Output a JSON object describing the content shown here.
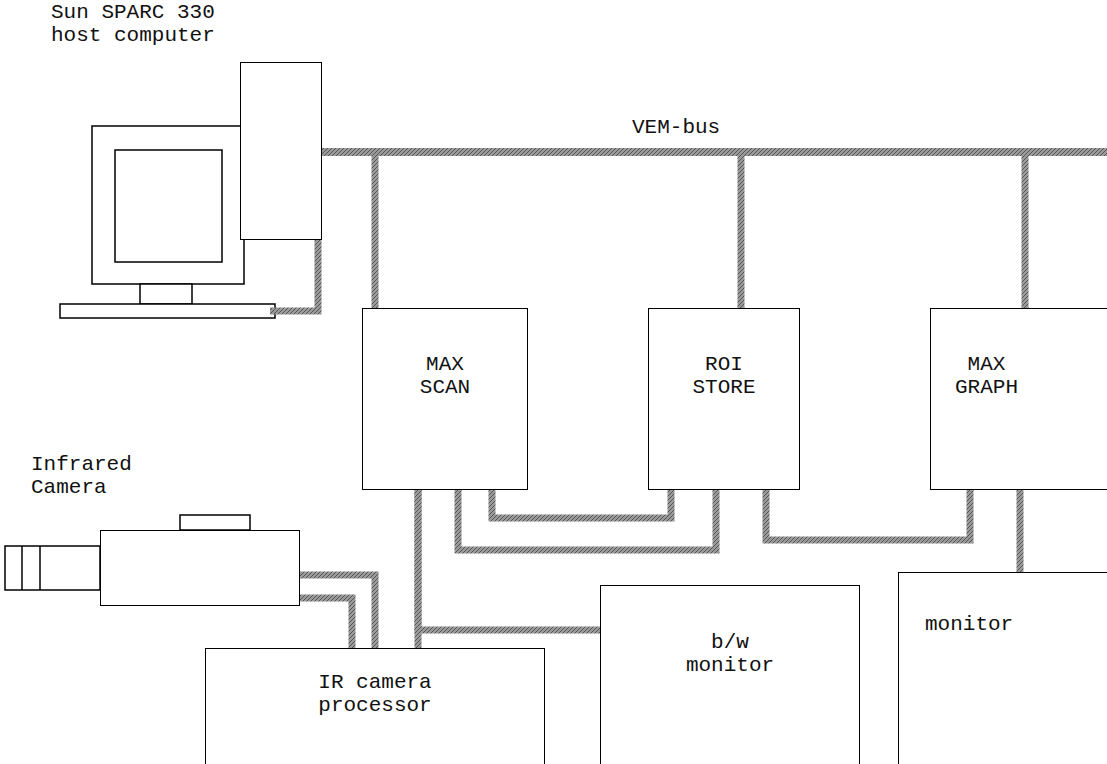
{
  "diagram": {
    "nodes": [
      {
        "text": [
          "Sun SPARC 330 host computer"
        ]
      },
      {
        "text": [
          "MAX SCAN"
        ]
      },
      {
        "text": [
          "ROI STORE"
        ]
      },
      {
        "text": [
          "MAX GRAPH"
        ]
      },
      {
        "text": [
          "Infrared Camera"
        ]
      },
      {
        "text": [
          "IR camera processor"
        ]
      },
      {
        "text": [
          "b/w monitor"
        ]
      },
      {
        "text": [
          "monitor"
        ]
      }
    ],
    "edges": [
      {
        "from": 0,
        "to": 1,
        "arrow": "none"
      },
      {
        "from": 0,
        "to": 2,
        "arrow": "none"
      },
      {
        "from": 0,
        "to": 3,
        "arrow": "none"
      },
      {
        "from": 1,
        "to": 2,
        "arrow": "none"
      },
      {
        "from": 1,
        "to": 2,
        "arrow": "none"
      },
      {
        "from": 2,
        "to": 3,
        "arrow": "none"
      },
      {
        "from": 3,
        "to": 7,
        "arrow": "none"
      },
      {
        "from": 4,
        "to": 5,
        "arrow": "none"
      },
      {
        "from": 4,
        "to": 5,
        "arrow": "none"
      },
      {
        "from": 1,
        "to": 5,
        "arrow": "none"
      },
      {
        "from": 1,
        "to": 6,
        "arrow": "none"
      }
    ],
    "labels": [
      "VEM-bus"
    ]
  }
}
